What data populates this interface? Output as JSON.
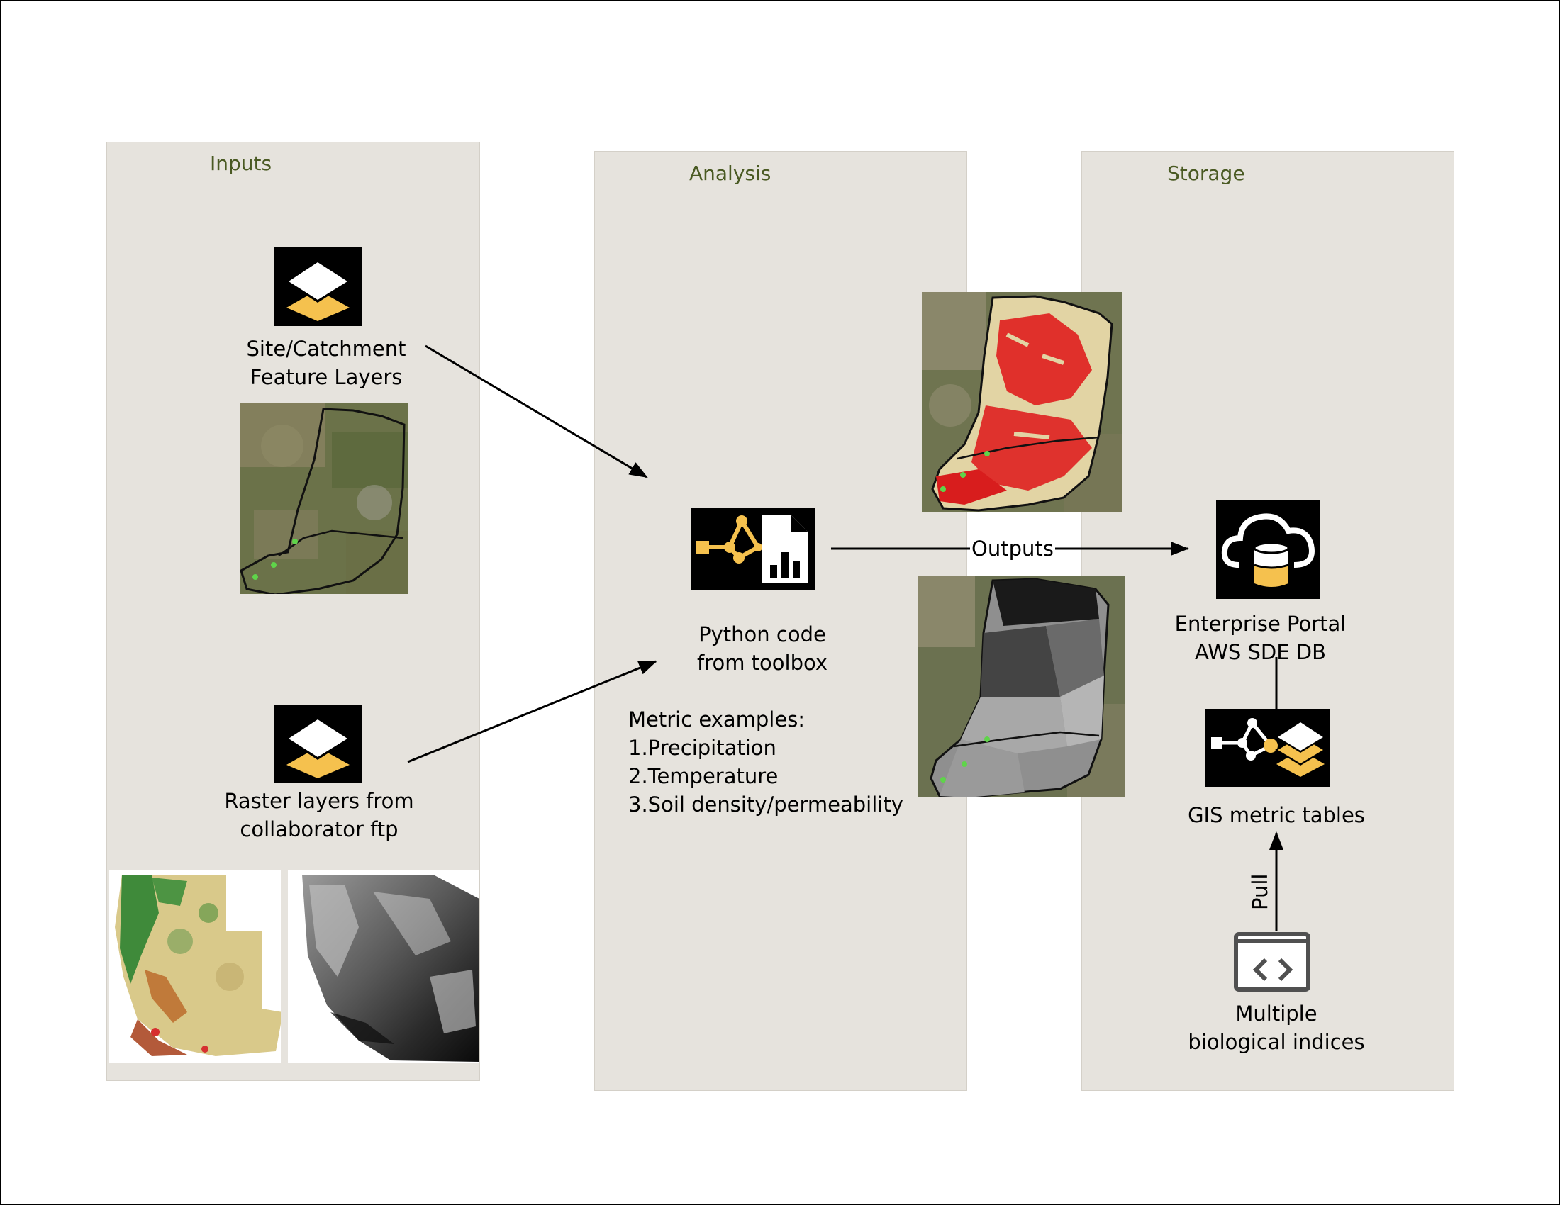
{
  "panels": {
    "inputs": {
      "title": "Inputs"
    },
    "analysis": {
      "title": "Analysis"
    },
    "storage": {
      "title": "Storage"
    }
  },
  "inputs": {
    "feature_label_line1": "Site/Catchment",
    "feature_label_line2": "Feature Layers",
    "raster_label_line1": "Raster layers from",
    "raster_label_line2": "collaborator ftp"
  },
  "analysis": {
    "tool_label_line1": "Python code",
    "tool_label_line2": "from toolbox",
    "metrics_heading": "Metric examples:",
    "metrics": [
      "1.Precipitation",
      "2.Temperature",
      "3.Soil density/permeability"
    ]
  },
  "flow": {
    "outputs_label": "Outputs",
    "pull_label": "Pull"
  },
  "storage": {
    "portal_label_line1": "Enterprise Portal",
    "portal_label_line2": "AWS SDE DB",
    "tables_label": "GIS metric tables",
    "indices_label_line1": "Multiple",
    "indices_label_line2": "biological indices"
  },
  "colors": {
    "panel": "#e6e3dd",
    "panel_title": "#4a5a23",
    "icon_accent": "#f5c14e",
    "icon_bg": "#000000"
  },
  "icons": {
    "feature_layers": "layers-icon",
    "raster_layers": "layers-icon",
    "python_tool": "model-report-icon",
    "portal": "cloud-database-icon",
    "metric_tables": "model-layers-icon",
    "indices": "code-window-icon"
  }
}
